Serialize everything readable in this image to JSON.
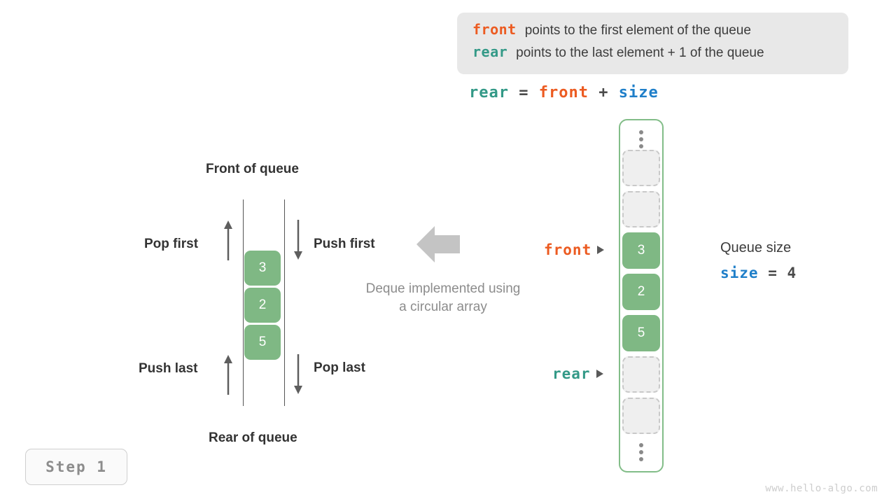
{
  "legend": {
    "lines": [
      {
        "keyword": "front",
        "text": "points to the first element of the queue",
        "color": "#ec5b21"
      },
      {
        "keyword": "rear",
        "text": "points to the last element + 1 of the queue",
        "color": "#339987"
      }
    ]
  },
  "formula": {
    "lhs": "rear",
    "eq": "=",
    "rhs1": "front",
    "plus": "+",
    "rhs2": "size"
  },
  "deque": {
    "title_top": "Front of queue",
    "title_bottom": "Rear of queue",
    "caption_line1": "Deque implemented using",
    "caption_line2": "a circular array",
    "operations": {
      "pop_first": "Pop first",
      "push_first": "Push first",
      "push_last": "Push last",
      "pop_last": "Pop last"
    },
    "cells": [
      "3",
      "2",
      "5"
    ]
  },
  "array": {
    "ellipsis_top": "vertical-ellipsis",
    "ellipsis_bottom": "vertical-ellipsis",
    "slots": [
      {
        "value": "",
        "state": "empty"
      },
      {
        "value": "",
        "state": "empty"
      },
      {
        "value": "3",
        "state": "filled"
      },
      {
        "value": "2",
        "state": "filled"
      },
      {
        "value": "5",
        "state": "filled"
      },
      {
        "value": "",
        "state": "empty"
      },
      {
        "value": "",
        "state": "empty"
      }
    ],
    "pointers": {
      "front": "front",
      "rear": "rear"
    },
    "border_color": "#82bd88",
    "filled_color": "#7fb884",
    "empty_color": "#efefef"
  },
  "queue_size": {
    "title": "Queue size",
    "var": "size",
    "eq": "=",
    "value": "4"
  },
  "step_badge": {
    "label": "Step 1"
  },
  "watermark": {
    "text": "www.hello-algo.com"
  },
  "colors": {
    "front": "#ec5b21",
    "rear": "#339987",
    "size": "#1f7fc9",
    "green": "#7fb884",
    "muted": "#8c8c8c"
  }
}
